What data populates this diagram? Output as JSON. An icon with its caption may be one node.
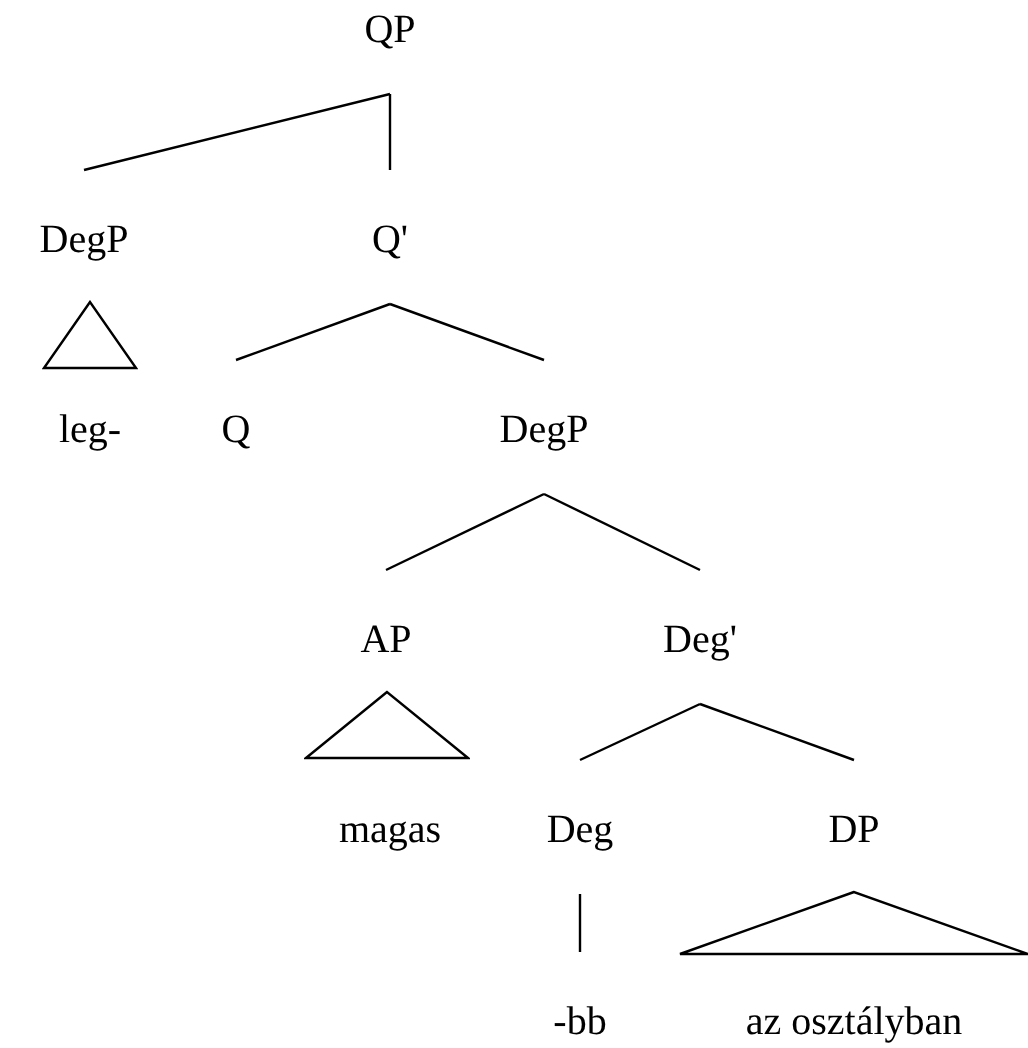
{
  "diagram": {
    "nodes": [
      {
        "text": [
          "QP"
        ]
      },
      {
        "text": [
          "DegP"
        ]
      },
      {
        "text": [
          "Q'"
        ]
      },
      {
        "text": [],
        "shape": "triangle"
      },
      {
        "text": [
          "leg-"
        ]
      },
      {
        "text": [
          "Q"
        ]
      },
      {
        "text": [
          "DegP"
        ]
      },
      {
        "text": [
          "AP"
        ]
      },
      {
        "text": [
          "Deg'"
        ]
      },
      {
        "text": [],
        "shape": "triangle"
      },
      {
        "text": [
          "magas"
        ]
      },
      {
        "text": [
          "Deg"
        ]
      },
      {
        "text": [
          "DP"
        ]
      },
      {
        "text": [],
        "shape": "triangle"
      },
      {
        "text": [
          "-bb"
        ]
      },
      {
        "text": [
          "az osztályban"
        ]
      }
    ],
    "edges": [
      {
        "from": 0,
        "to": 1,
        "arrow": "none"
      },
      {
        "from": 0,
        "to": 2,
        "arrow": "none"
      },
      {
        "from": 2,
        "to": 5,
        "arrow": "none"
      },
      {
        "from": 2,
        "to": 6,
        "arrow": "none"
      },
      {
        "from": 6,
        "to": 7,
        "arrow": "none"
      },
      {
        "from": 6,
        "to": 8,
        "arrow": "none"
      },
      {
        "from": 8,
        "to": 11,
        "arrow": "none"
      },
      {
        "from": 8,
        "to": 12,
        "arrow": "none"
      },
      {
        "from": 11,
        "to": 14,
        "arrow": "none"
      }
    ]
  }
}
